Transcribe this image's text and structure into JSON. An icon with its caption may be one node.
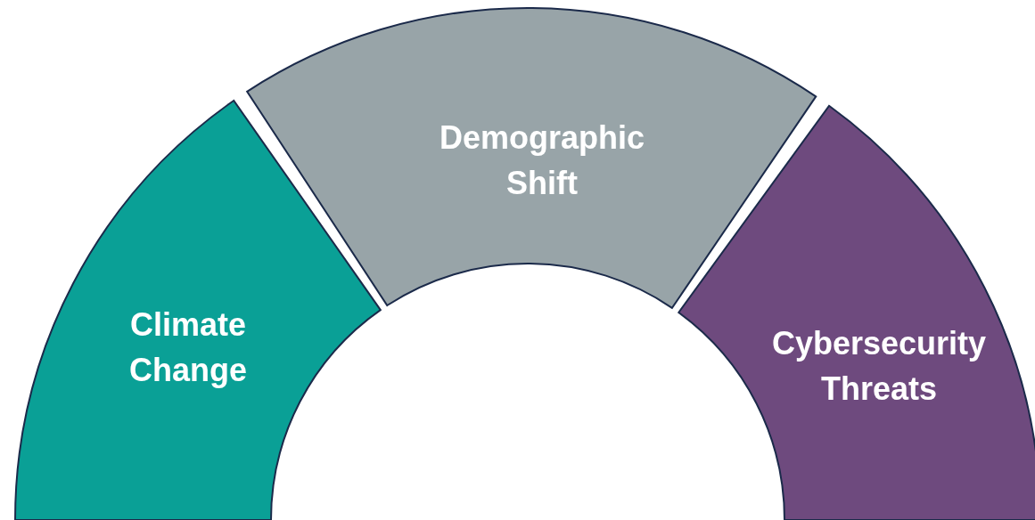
{
  "diagram": {
    "nodes": [
      {
        "text": [
          "Climate Change"
        ]
      },
      {
        "text": [
          "Demographic Shift"
        ]
      },
      {
        "text": [
          "Cybersecurity Threats"
        ]
      }
    ]
  }
}
